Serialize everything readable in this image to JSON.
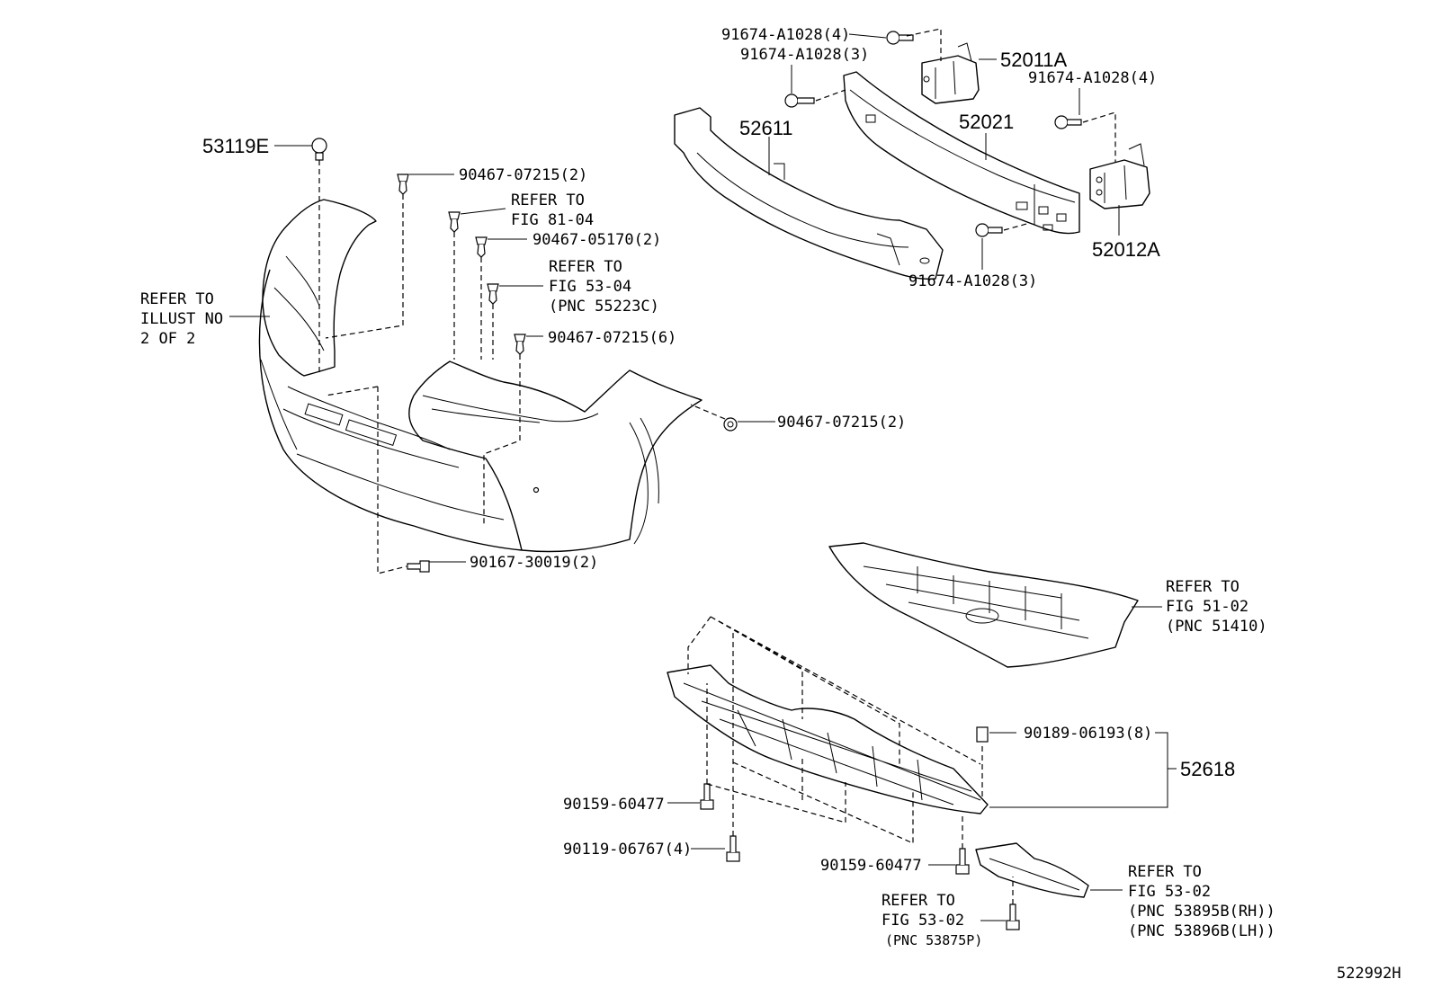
{
  "labels": {
    "l_53119E": "53119E",
    "l_90467_07215_2a": "90467-07215(2)",
    "l_refer_fig8104_a": "REFER TO",
    "l_refer_fig8104_b": "FIG 81-04",
    "l_90467_05170_2": "90467-05170(2)",
    "l_refer_fig5304_a": "REFER TO",
    "l_refer_fig5304_b": "FIG 53-04",
    "l_refer_fig5304_c": "(PNC 55223C)",
    "l_90467_07215_6": "90467-07215(6)",
    "l_refer_illust_a": "REFER TO",
    "l_refer_illust_b": "ILLUST NO",
    "l_refer_illust_c": "2 OF 2",
    "l_90467_07215_2b": "90467-07215(2)",
    "l_90167_30019_2": "90167-30019(2)",
    "l_91674_A1028_4a": "91674-A1028(4)",
    "l_91674_A1028_3a": "91674-A1028(3)",
    "l_52011A": "52011A",
    "l_91674_A1028_4b": "91674-A1028(4)",
    "l_52611": "52611",
    "l_52021": "52021",
    "l_52012A": "52012A",
    "l_91674_A1028_3b": "91674-A1028(3)",
    "l_refer_fig5102_a": "REFER TO",
    "l_refer_fig5102_b": "FIG 51-02",
    "l_refer_fig5102_c": "(PNC 51410)",
    "l_90189_06193_8": "90189-06193(8)",
    "l_52618": "52618",
    "l_90159_60477_a": "90159-60477",
    "l_90119_06767_4": "90119-06767(4)",
    "l_90159_60477_b": "90159-60477",
    "l_refer_fig5302_a": "REFER TO",
    "l_refer_fig5302_b": "FIG 53-02",
    "l_refer_fig5302_c": "(PNC 53895B(RH))",
    "l_refer_fig5302_d": "(PNC 53896B(LH))",
    "l_refer_fig5302b_a": "REFER TO",
    "l_refer_fig5302b_b": "FIG 53-02",
    "l_refer_fig5302b_c": "(PNC 53875P)",
    "l_diagram_id": "522992H"
  }
}
